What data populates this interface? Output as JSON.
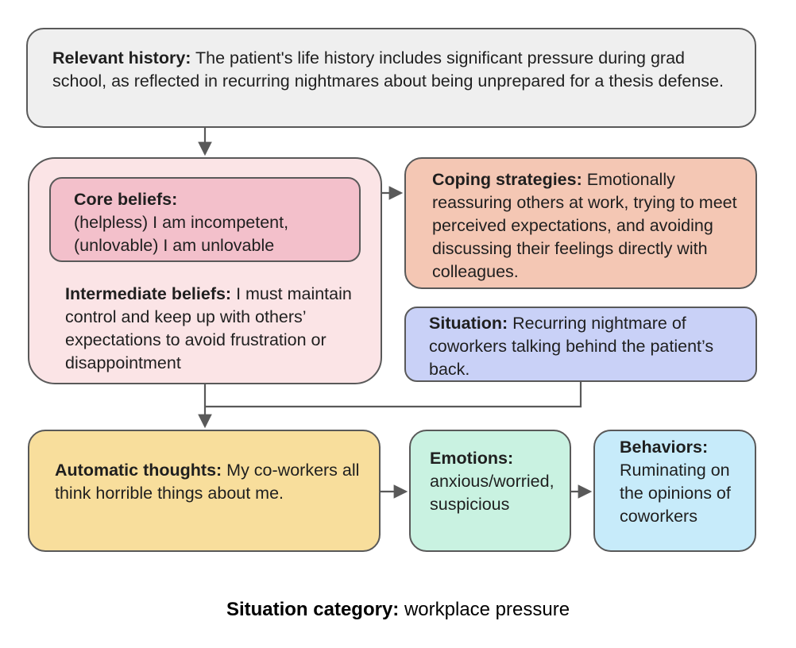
{
  "relevant_history": {
    "label": "Relevant history:",
    "text": " The patient's life history includes significant pressure during grad school, as reflected in recurring nightmares about being unprepared for a thesis defense."
  },
  "core_beliefs": {
    "label": "Core beliefs:",
    "line1": "(helpless) I am incompetent,",
    "line2": "(unlovable) I am unlovable"
  },
  "intermediate_beliefs": {
    "label": "Intermediate beliefs:",
    "text": " I must maintain control and keep up with others’ expectations to avoid frustration or disappointment"
  },
  "coping_strategies": {
    "label": "Coping strategies:",
    "text": " Emotionally reassuring others at work, trying to meet perceived expectations, and avoiding discussing their feelings directly with colleagues."
  },
  "situation": {
    "label": "Situation:",
    "text": " Recurring nightmare of coworkers talking behind the patient’s back."
  },
  "automatic_thoughts": {
    "label": "Automatic thoughts:",
    "text": " My co-workers all think horrible things about me."
  },
  "emotions": {
    "label": "Emotions:",
    "text": "anxious/worried, suspicious"
  },
  "behaviors": {
    "label": "Behaviors:",
    "text": "Ruminating on the opinions of coworkers"
  },
  "situation_category": {
    "label": "Situation category:",
    "value": " workplace pressure"
  },
  "colors": {
    "border": "#595959",
    "arrow": "#595959",
    "relevant_history_fill": "#efefef",
    "beliefs_outer_fill": "#fbe4e6",
    "core_beliefs_fill": "#f3c0cb",
    "coping_fill": "#f4c7b4",
    "situation_fill": "#c9d1f7",
    "automatic_thoughts_fill": "#f8de9c",
    "emotions_fill": "#c9f2e1",
    "behaviors_fill": "#c7ebfa"
  }
}
